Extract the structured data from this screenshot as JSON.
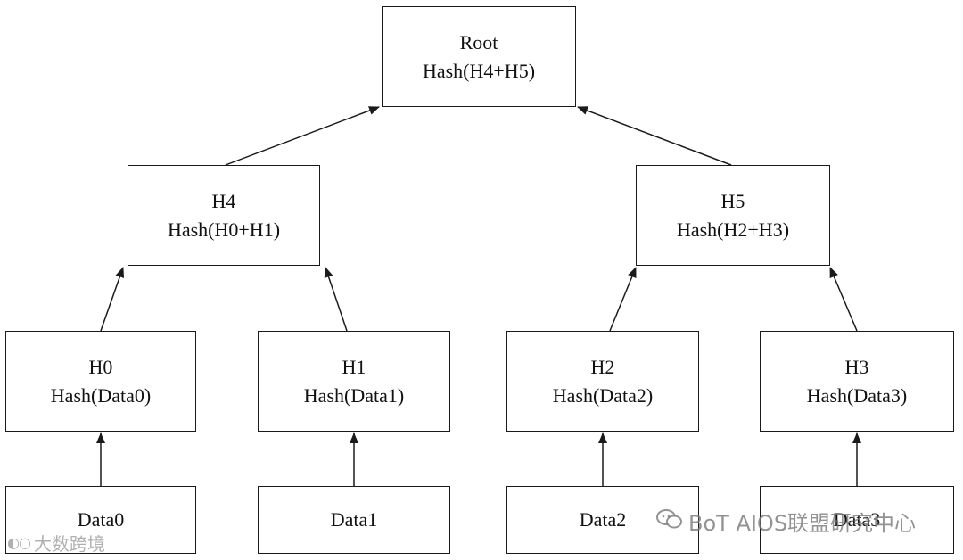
{
  "nodes": {
    "root": {
      "line1": "Root",
      "line2": "Hash(H4+H5)"
    },
    "h4": {
      "line1": "H4",
      "line2": "Hash(H0+H1)"
    },
    "h5": {
      "line1": "H5",
      "line2": "Hash(H2+H3)"
    },
    "h0": {
      "line1": "H0",
      "line2": "Hash(Data0)"
    },
    "h1": {
      "line1": "H1",
      "line2": "Hash(Data1)"
    },
    "h2": {
      "line1": "H2",
      "line2": "Hash(Data2)"
    },
    "h3": {
      "line1": "H3",
      "line2": "Hash(Data3)"
    },
    "d0": {
      "line1": "Data0"
    },
    "d1": {
      "line1": "Data1"
    },
    "d2": {
      "line1": "Data2"
    },
    "d3": {
      "line1": "Data3"
    }
  },
  "edges": [
    {
      "from": "d0",
      "to": "h0"
    },
    {
      "from": "d1",
      "to": "h1"
    },
    {
      "from": "d2",
      "to": "h2"
    },
    {
      "from": "d3",
      "to": "h3"
    },
    {
      "from": "h0",
      "to": "h4"
    },
    {
      "from": "h1",
      "to": "h4"
    },
    {
      "from": "h2",
      "to": "h5"
    },
    {
      "from": "h3",
      "to": "h5"
    },
    {
      "from": "h4",
      "to": "root"
    },
    {
      "from": "h5",
      "to": "root"
    }
  ],
  "watermarks": {
    "left_text": "大数跨境",
    "right_text": "BoT AIOS联盟研究中心"
  },
  "colors": {
    "stroke": "#1a1a1a",
    "background": "#ffffff",
    "watermark": "#969696"
  }
}
